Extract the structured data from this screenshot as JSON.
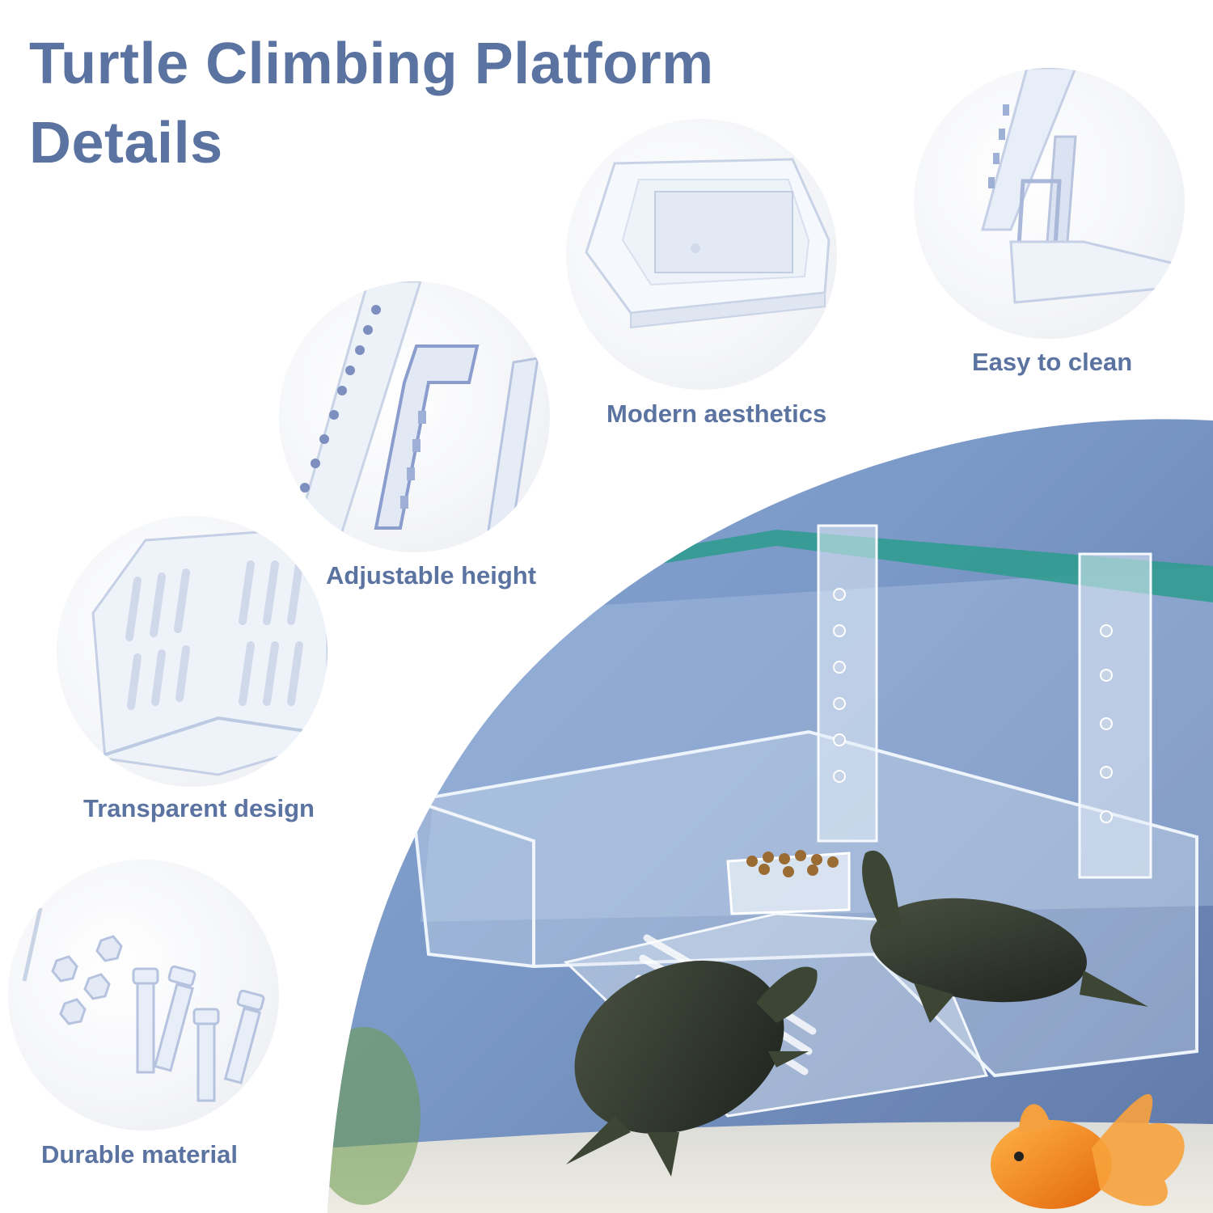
{
  "title": {
    "line1": "Turtle Climbing Platform",
    "line2": "Details"
  },
  "features": [
    {
      "label": "Modern aesthetics",
      "icon": "feed-tray"
    },
    {
      "label": "Easy to clean",
      "icon": "hanging-clip"
    },
    {
      "label": "Adjustable height",
      "icon": "adjustable-bracket"
    },
    {
      "label": "Transparent design",
      "icon": "ramp-steps"
    },
    {
      "label": "Durable material",
      "icon": "screws-and-nuts"
    }
  ],
  "colors": {
    "heading": "#5b73a0",
    "aquarium_water": "#7d9bc6",
    "tank_rim": "#1f8f83",
    "sand": "#e9e5dc",
    "goldfish": "#f28a1c"
  },
  "scene": {
    "description_icon": "turtle-platform-in-aquarium"
  }
}
